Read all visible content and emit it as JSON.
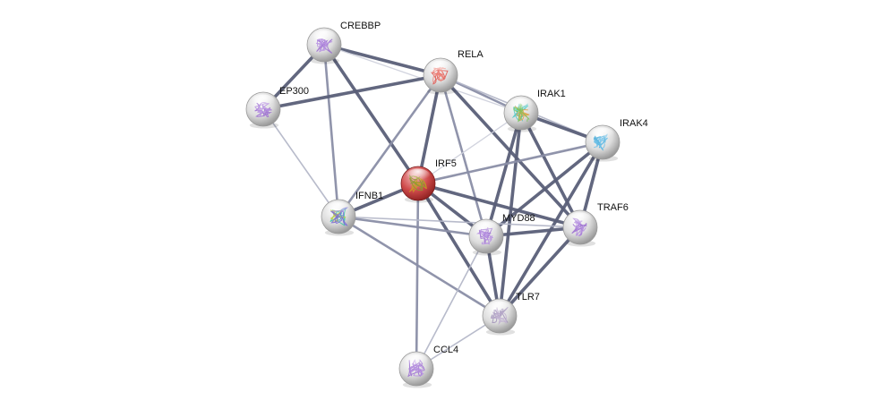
{
  "network": {
    "focus_node": "IRF5",
    "nodes": [
      {
        "id": "CREBBP",
        "label": "CREBBP",
        "focus": false,
        "structure_colors": [
          "#9a6bd0",
          "#b58ee0"
        ]
      },
      {
        "id": "RELA",
        "label": "RELA",
        "focus": false,
        "structure_colors": [
          "#e0554d",
          "#f08a80"
        ]
      },
      {
        "id": "EP300",
        "label": "EP300",
        "focus": false,
        "structure_colors": [
          "#9a6bd0",
          "#b58ee0"
        ]
      },
      {
        "id": "IRAK1",
        "label": "IRAK1",
        "focus": false,
        "structure_colors": [
          "#4cc6c2",
          "#e0a040",
          "#7ac45a"
        ]
      },
      {
        "id": "IRAK4",
        "label": "IRAK4",
        "focus": false,
        "structure_colors": [
          "#3fa9d9",
          "#6cc0e8"
        ]
      },
      {
        "id": "IRF5",
        "label": "IRF5",
        "focus": true,
        "structure_colors": [
          "#c9a020",
          "#8a9a30"
        ]
      },
      {
        "id": "IFNB1",
        "label": "IFNB1",
        "focus": false,
        "structure_colors": [
          "#3cc4a8",
          "#c8d040",
          "#7a6ad8"
        ]
      },
      {
        "id": "MYD88",
        "label": "MYD88",
        "focus": false,
        "structure_colors": [
          "#9a6bd0",
          "#b58ee0"
        ]
      },
      {
        "id": "TRAF6",
        "label": "TRAF6",
        "focus": false,
        "structure_colors": [
          "#9a6bd0",
          "#b58ee0"
        ]
      },
      {
        "id": "TLR7",
        "label": "TLR7",
        "focus": false,
        "structure_colors": [
          "#a090b8",
          "#c0b0d0"
        ]
      },
      {
        "id": "CCL4",
        "label": "CCL4",
        "focus": false,
        "structure_colors": [
          "#9a6bd0",
          "#b58ee0"
        ]
      }
    ],
    "edges": [
      {
        "source": "CREBBP",
        "target": "RELA",
        "weight": "strong"
      },
      {
        "source": "CREBBP",
        "target": "IRAK1",
        "weight": "weak"
      },
      {
        "source": "CREBBP",
        "target": "EP300",
        "weight": "strong"
      },
      {
        "source": "CREBBP",
        "target": "IRF5",
        "weight": "strong"
      },
      {
        "source": "CREBBP",
        "target": "IFNB1",
        "weight": "medium"
      },
      {
        "source": "EP300",
        "target": "RELA",
        "weight": "strong"
      },
      {
        "source": "EP300",
        "target": "IFNB1",
        "weight": "light"
      },
      {
        "source": "RELA",
        "target": "IRF5",
        "weight": "strong"
      },
      {
        "source": "RELA",
        "target": "IFNB1",
        "weight": "medium"
      },
      {
        "source": "RELA",
        "target": "IRAK1",
        "weight": "medium"
      },
      {
        "source": "RELA",
        "target": "IRAK4",
        "weight": "light"
      },
      {
        "source": "RELA",
        "target": "MYD88",
        "weight": "medium"
      },
      {
        "source": "RELA",
        "target": "TRAF6",
        "weight": "strong"
      },
      {
        "source": "IRAK1",
        "target": "IRAK4",
        "weight": "strong"
      },
      {
        "source": "IRAK1",
        "target": "IRF5",
        "weight": "weak"
      },
      {
        "source": "IRAK1",
        "target": "MYD88",
        "weight": "strong"
      },
      {
        "source": "IRAK1",
        "target": "TRAF6",
        "weight": "strong"
      },
      {
        "source": "IRAK1",
        "target": "TLR7",
        "weight": "strong"
      },
      {
        "source": "IRAK4",
        "target": "IRF5",
        "weight": "medium"
      },
      {
        "source": "IRAK4",
        "target": "MYD88",
        "weight": "strong"
      },
      {
        "source": "IRAK4",
        "target": "TRAF6",
        "weight": "strong"
      },
      {
        "source": "IRAK4",
        "target": "TLR7",
        "weight": "strong"
      },
      {
        "source": "IRF5",
        "target": "IFNB1",
        "weight": "strong"
      },
      {
        "source": "IRF5",
        "target": "MYD88",
        "weight": "strong"
      },
      {
        "source": "IRF5",
        "target": "TRAF6",
        "weight": "strong"
      },
      {
        "source": "IRF5",
        "target": "TLR7",
        "weight": "strong"
      },
      {
        "source": "IRF5",
        "target": "CCL4",
        "weight": "medium"
      },
      {
        "source": "IFNB1",
        "target": "MYD88",
        "weight": "medium"
      },
      {
        "source": "IFNB1",
        "target": "TRAF6",
        "weight": "light"
      },
      {
        "source": "IFNB1",
        "target": "TLR7",
        "weight": "medium"
      },
      {
        "source": "MYD88",
        "target": "TRAF6",
        "weight": "strong"
      },
      {
        "source": "MYD88",
        "target": "TLR7",
        "weight": "strong"
      },
      {
        "source": "MYD88",
        "target": "CCL4",
        "weight": "light"
      },
      {
        "source": "TRAF6",
        "target": "TLR7",
        "weight": "strong"
      },
      {
        "source": "TLR7",
        "target": "CCL4",
        "weight": "light"
      }
    ],
    "edge_styles": {
      "strong": {
        "color": "#5a5f78"
      },
      "medium": {
        "color": "#8a8ea6"
      },
      "light": {
        "color": "#b4b7c8"
      },
      "weak": {
        "color": "#cfd1dc"
      }
    },
    "node_colors": {
      "default": {
        "light": "#ffffff",
        "mid": "#dcdcdc",
        "dark": "#8f8f8f"
      },
      "focus": {
        "light": "#f3b8b8",
        "mid": "#cf4b4b",
        "dark": "#8a1e1e"
      }
    }
  }
}
